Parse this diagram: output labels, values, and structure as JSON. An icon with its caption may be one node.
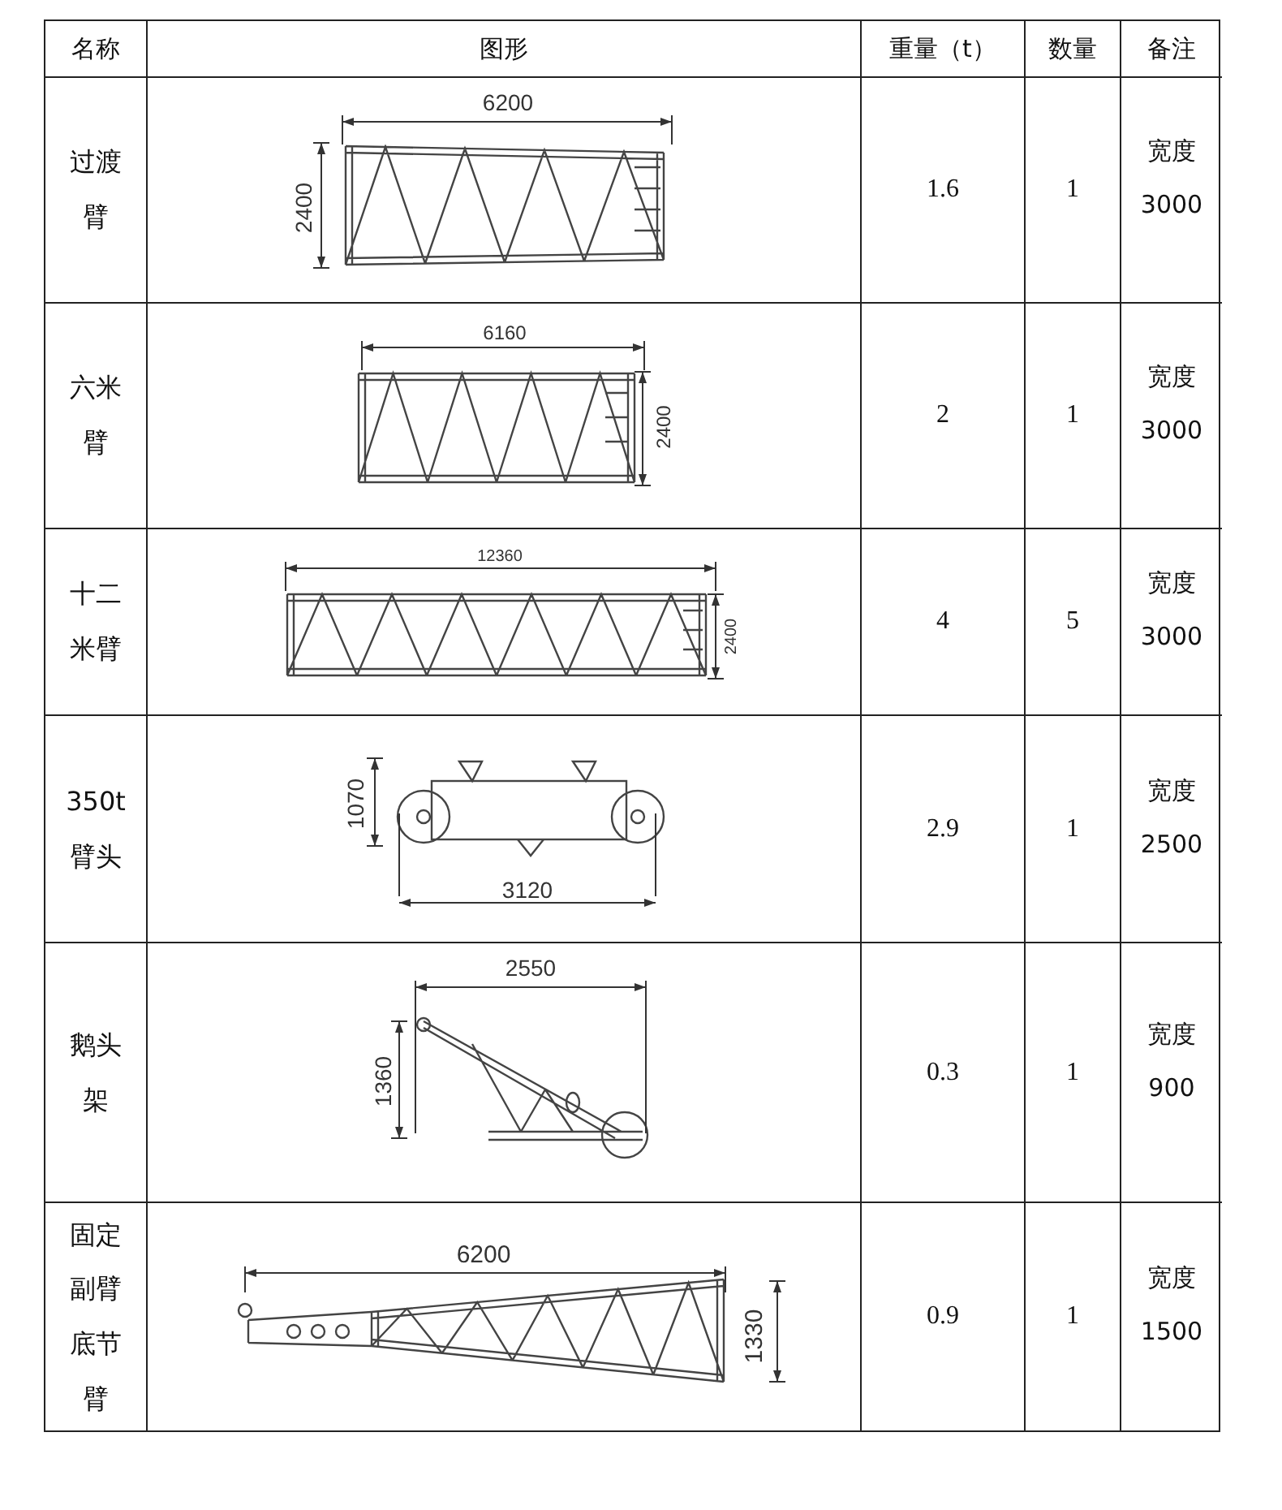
{
  "diagram": {
    "labels": [
      "名称",
      "图形",
      "重量（t）",
      "数量",
      "备注",
      "过渡臂",
      "6200",
      "2400",
      "1.6",
      "1",
      "宽度 3000",
      "六米臂",
      "6160",
      "2400",
      "2",
      "1",
      "宽度 3000",
      "十二米臂",
      "12360",
      "2400",
      "4",
      "5",
      "宽度 3000",
      "350t臂头",
      "1070",
      "3120",
      "2.9",
      "1",
      "宽度 2500",
      "鹅头架",
      "2550",
      "1360",
      "0.3",
      "1",
      "宽度 900",
      "固定副臂底节臂",
      "6200",
      "1330",
      "0.9",
      "1",
      "宽度 1500"
    ]
  }
}
